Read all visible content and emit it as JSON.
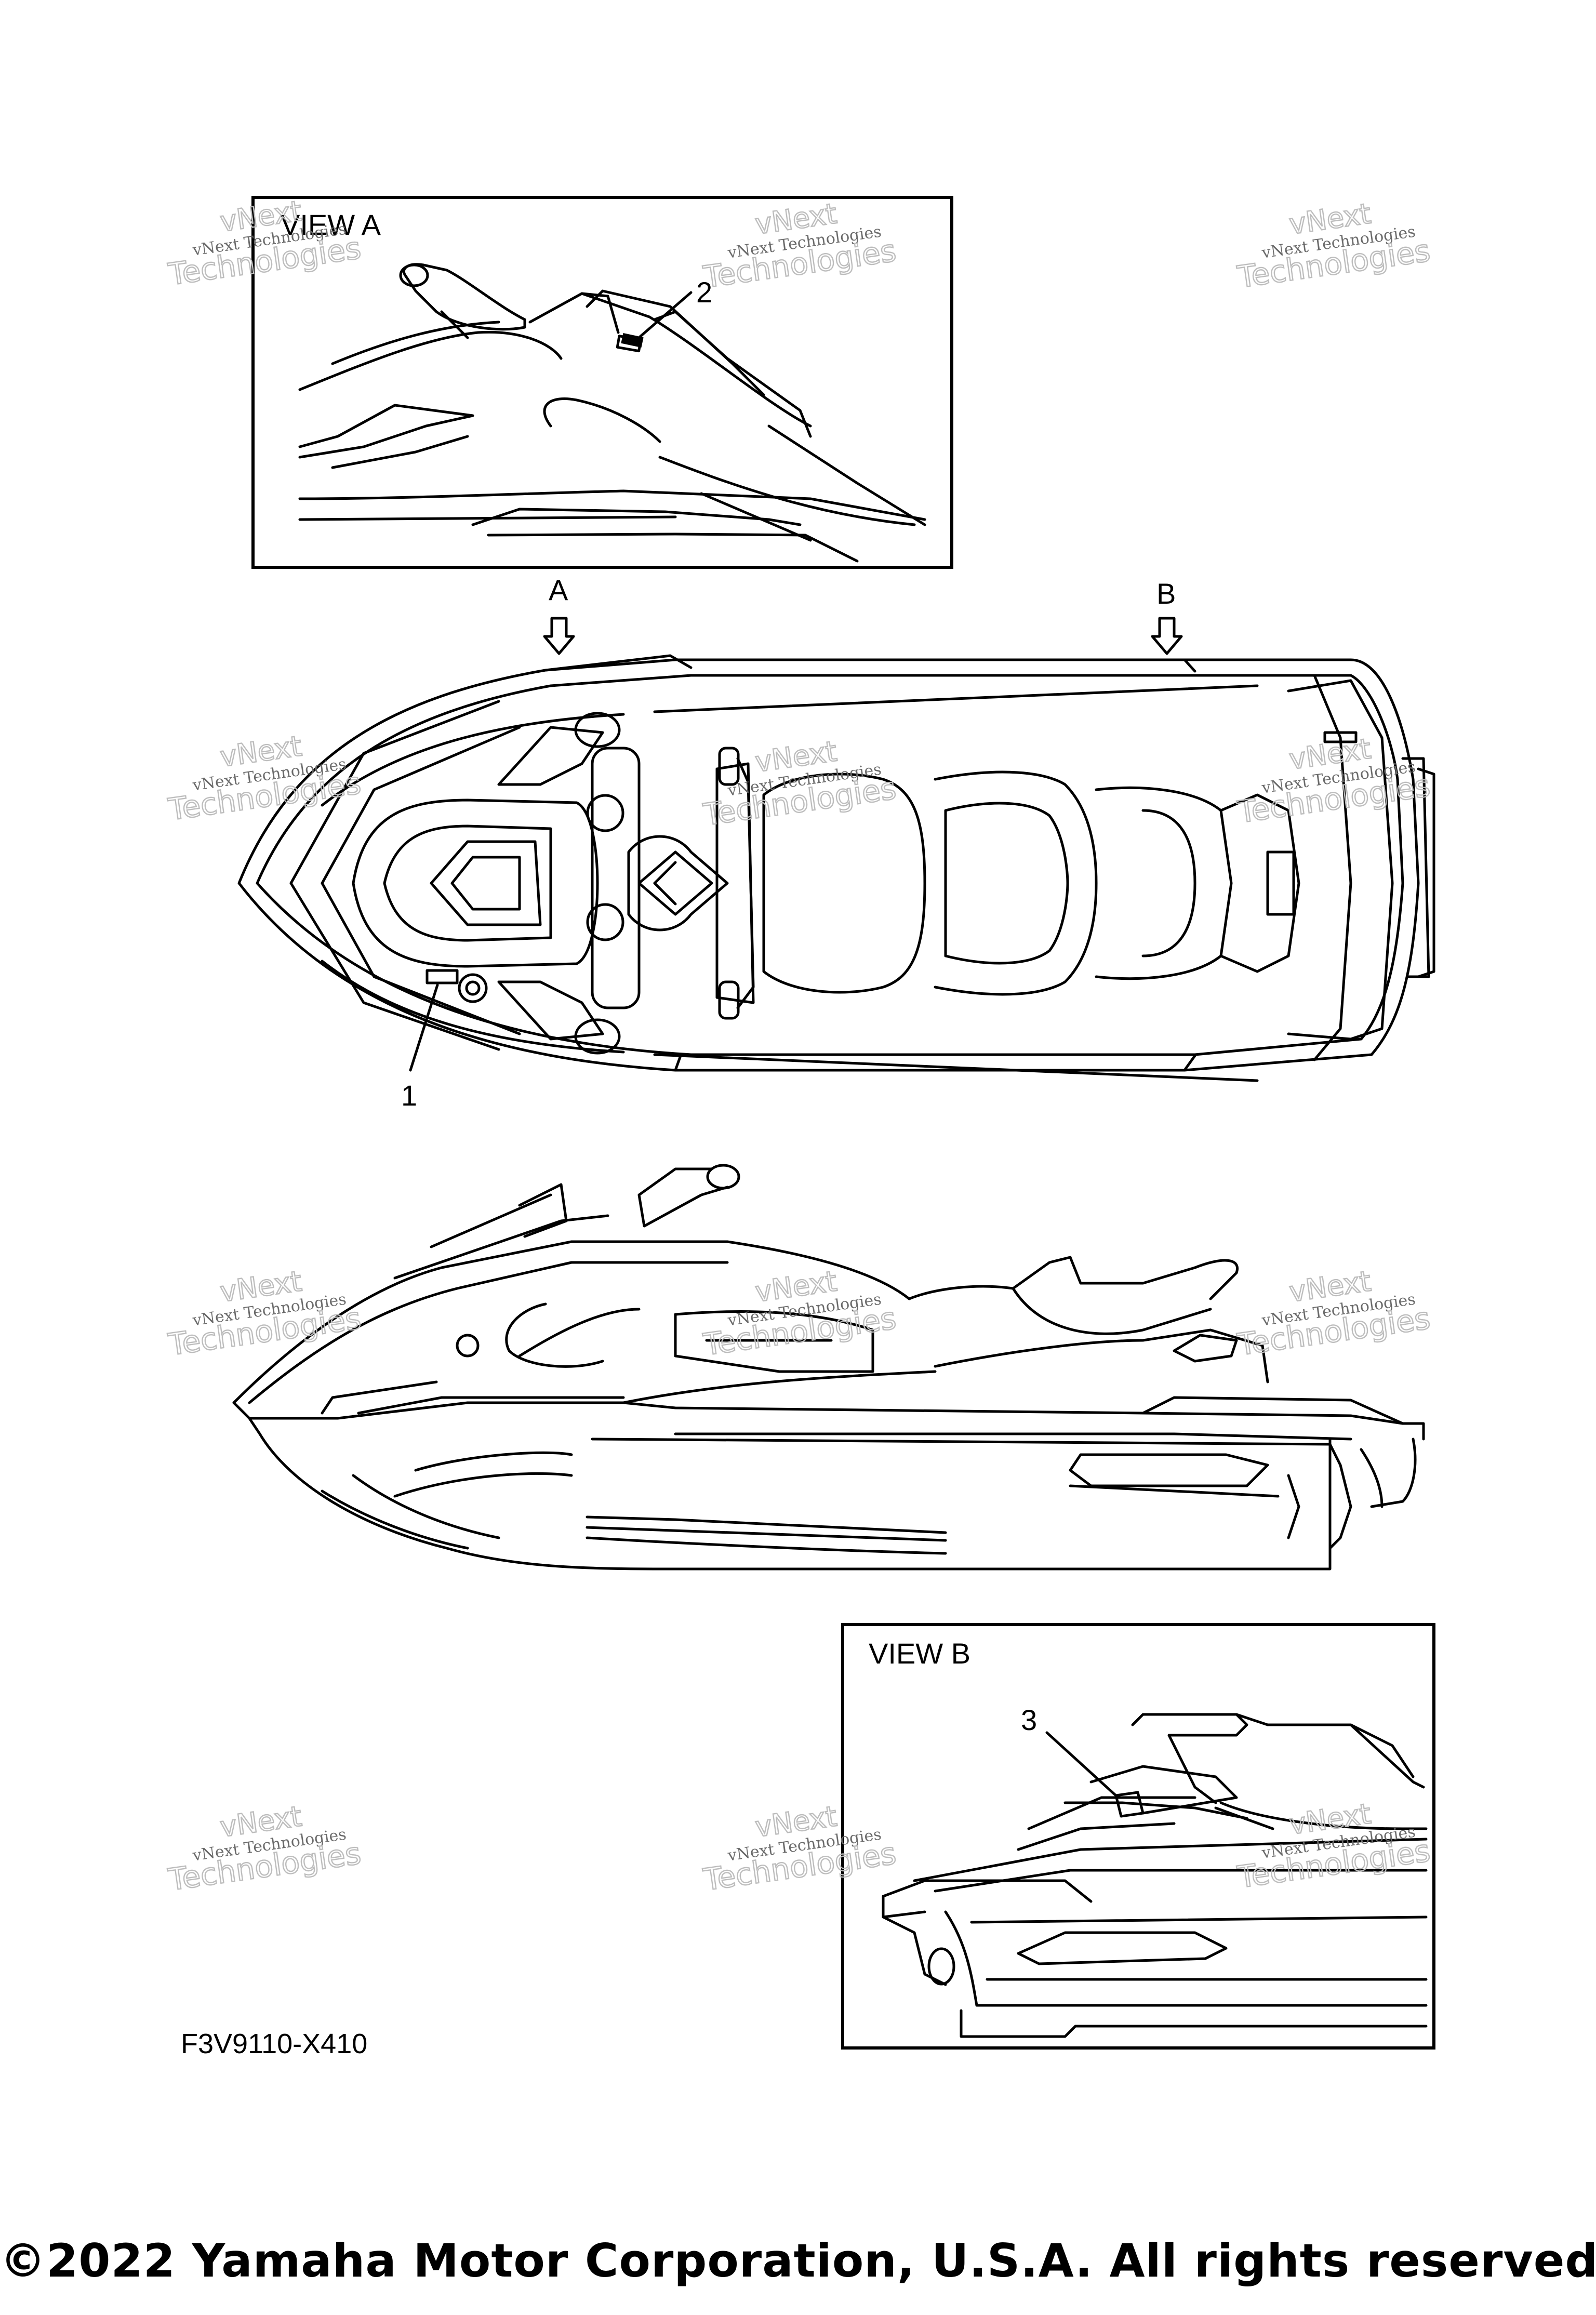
{
  "view_a": {
    "title": "VIEW A",
    "callouts": [
      "2"
    ]
  },
  "view_b": {
    "title": "VIEW B",
    "callouts": [
      "3"
    ]
  },
  "top_view": {
    "arrow_a": "A",
    "arrow_b": "B",
    "callouts": [
      "1"
    ]
  },
  "figure_code": "F3V9110-X410",
  "copyright": "©2022 Yamaha Motor Corporation, U.S.A. All rights reserved.",
  "watermark": {
    "line1": "vNext",
    "line2": "vNext Technologies",
    "line3": "Technologies"
  },
  "colors": {
    "line": "#000000",
    "watermark_text": "#6a6a6a",
    "watermark_ghost": "#bdbdbd"
  }
}
